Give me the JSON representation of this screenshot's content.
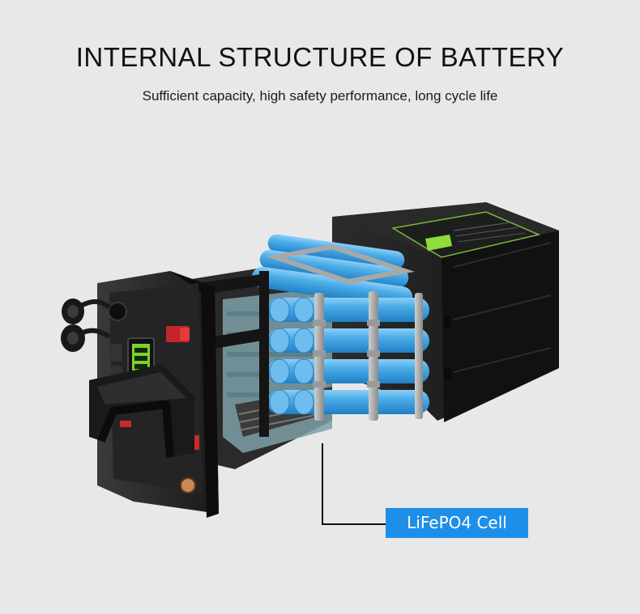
{
  "header": {
    "title": "INTERNAL STRUCTURE OF BATTERY",
    "subtitle": "Sufficient capacity, high safety performance, long cycle life"
  },
  "callout": {
    "label": "LiFePO4 Cell"
  },
  "colors": {
    "background": "#e8e8e8",
    "cell_blue": "#3a9de0",
    "callout_blue": "#1e8fe8",
    "casing": "#1b1b1b",
    "display_green": "#8fdd3a"
  },
  "icons": [
    "battery-illustration",
    "lcd-display-icon",
    "handle-icon",
    "connector-cap-icon"
  ]
}
